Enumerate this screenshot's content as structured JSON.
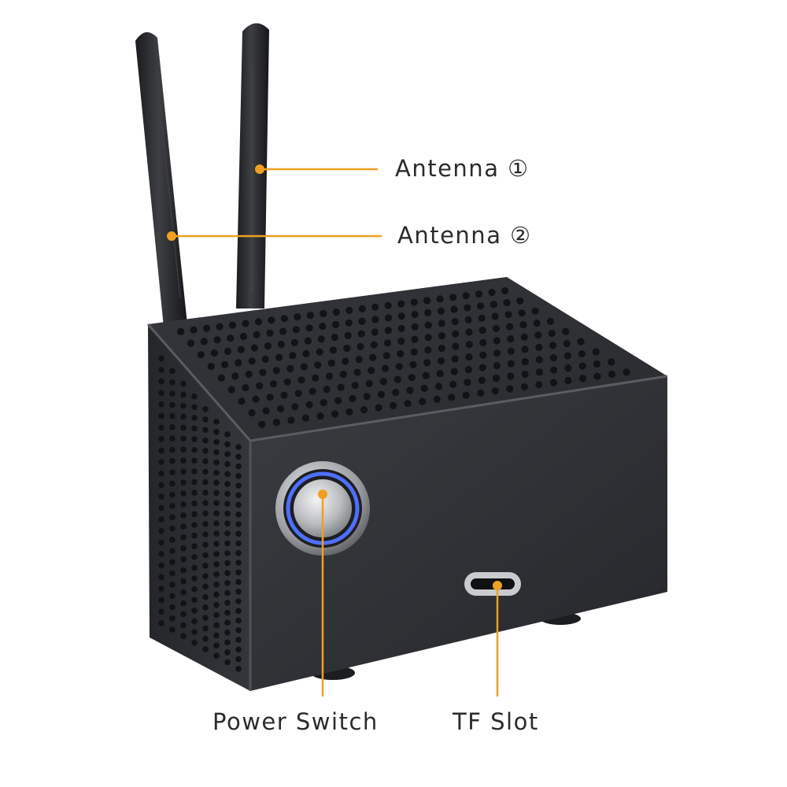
{
  "callouts": {
    "antenna_1": "Antenna ①",
    "antenna_2": "Antenna ②",
    "power_switch": "Power Switch",
    "tf_slot": "TF Slot"
  },
  "colors": {
    "background": "#ffffff",
    "callout_line": "#f0a020",
    "case_body": "#2e3035",
    "antenna": "#26282b",
    "button_ring": "#4f6fff",
    "label_text": "#2b2b2b"
  }
}
